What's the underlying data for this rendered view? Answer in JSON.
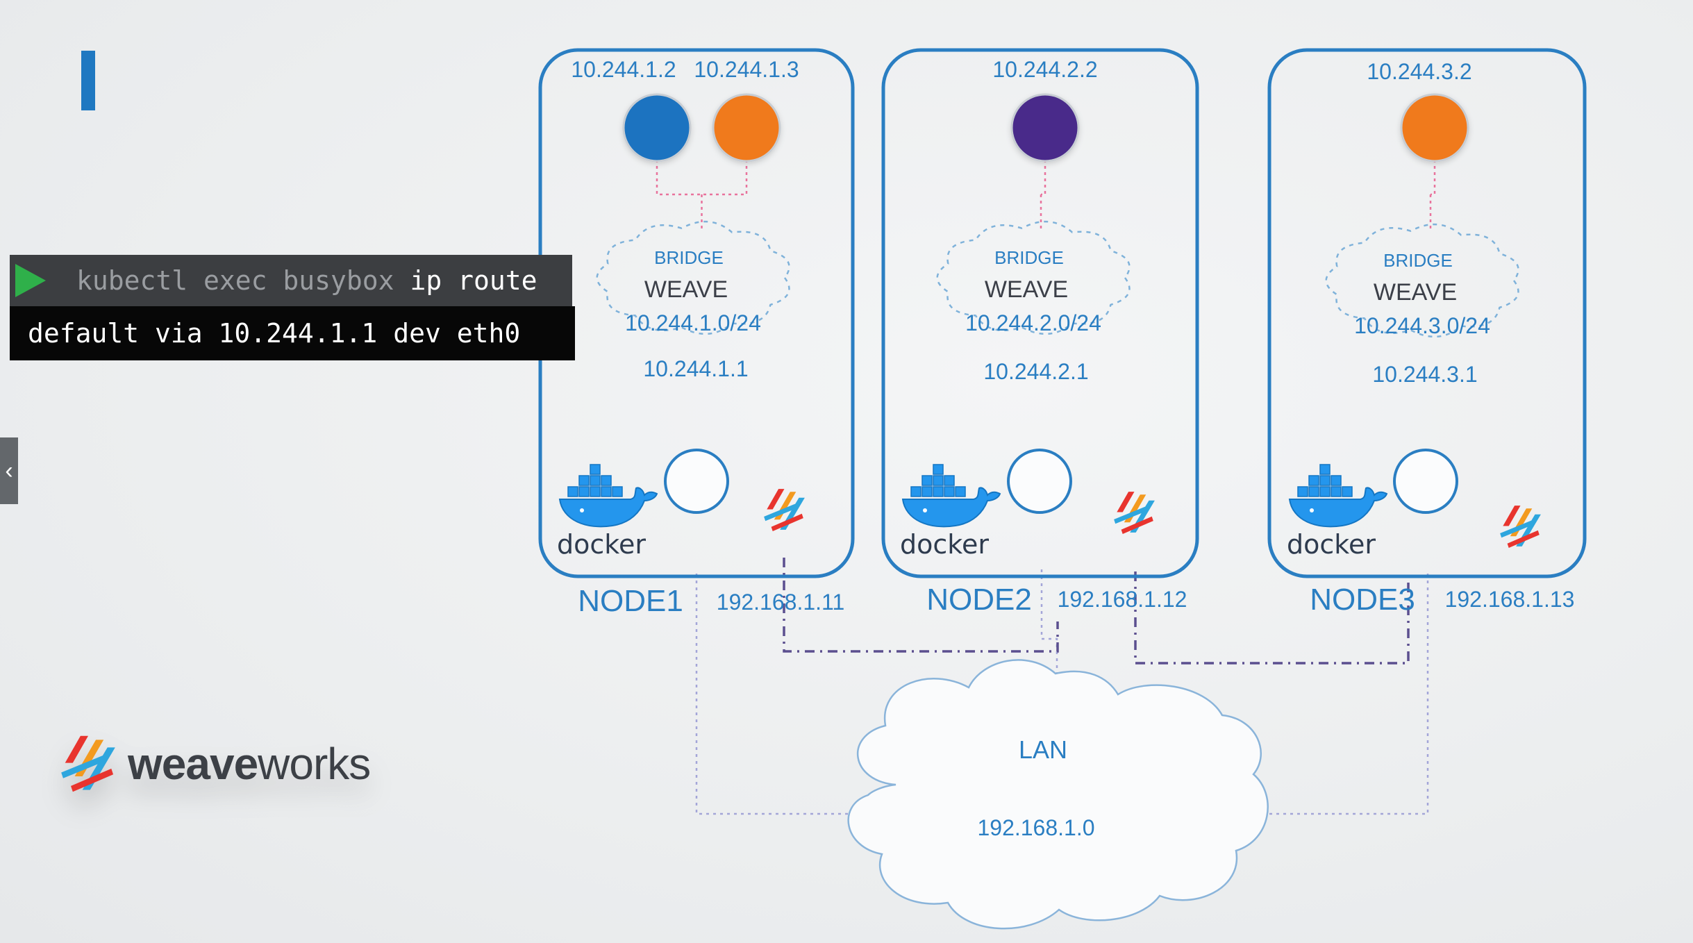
{
  "terminal": {
    "command_prefix": "kubectl exec busybox ",
    "command_highlight": "ip route",
    "output": "default via 10.244.1.1 dev eth0"
  },
  "nodes": [
    {
      "name": "NODE1",
      "host_ip": "192.168.1.11",
      "bridge_label": "BRIDGE",
      "weave_label": "WEAVE",
      "subnet": "10.244.1.0/24",
      "gateway": "10.244.1.1",
      "docker_label": "docker",
      "pods": [
        {
          "ip": "10.244.1.2",
          "color": "#1a73c0"
        },
        {
          "ip": "10.244.1.3",
          "color": "#f07a1e"
        }
      ]
    },
    {
      "name": "NODE2",
      "host_ip": "192.168.1.12",
      "bridge_label": "BRIDGE",
      "weave_label": "WEAVE",
      "subnet": "10.244.2.0/24",
      "gateway": "10.244.2.1",
      "docker_label": "docker",
      "pods": [
        {
          "ip": "10.244.2.2",
          "color": "#4a2c8a"
        }
      ]
    },
    {
      "name": "NODE3",
      "host_ip": "192.168.1.13",
      "bridge_label": "BRIDGE",
      "weave_label": "WEAVE",
      "subnet": "10.244.3.0/24",
      "gateway": "10.244.3.1",
      "docker_label": "docker",
      "pods": [
        {
          "ip": "10.244.3.2",
          "color": "#f07a1e"
        }
      ]
    }
  ],
  "lan": {
    "label": "LAN",
    "network": "192.168.1.0"
  },
  "brand": {
    "bold": "weave",
    "regular": "works"
  },
  "side_tab": {
    "glyph": "‹"
  },
  "colors": {
    "accent": "#1f78c1",
    "node_border": "#2a7ec2",
    "play": "#2fb04a",
    "pod_link": "#e8739c",
    "weave_link": "#5b4f8f"
  }
}
